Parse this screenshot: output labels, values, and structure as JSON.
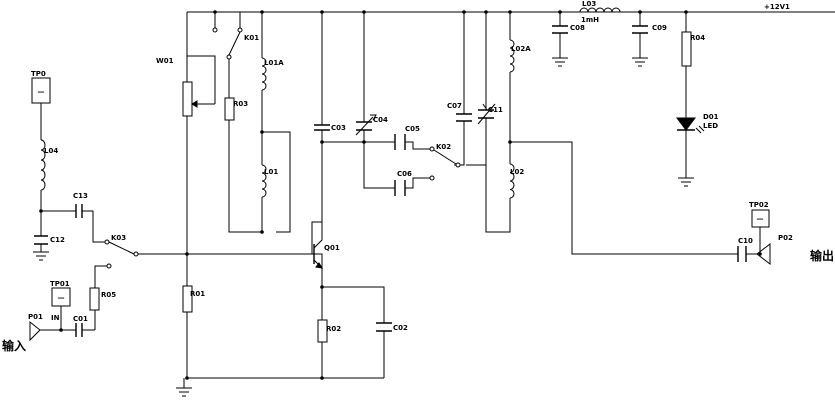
{
  "labels": {
    "supply": "+12V1",
    "tp0": "TP0",
    "tp01": "TP01",
    "tp02": "TP02",
    "p01": "P01",
    "p02": "P02",
    "input": "输入",
    "output": "输出",
    "in": "IN",
    "l04": "L04",
    "c13": "C13",
    "c12": "C12",
    "c01": "C01",
    "k03": "K03",
    "r05": "R05",
    "w01": "W01",
    "k01": "K01",
    "r03": "R03",
    "l01a": "L01A",
    "l01": "L01",
    "c03": "C03",
    "c04": "C04",
    "c05": "C05",
    "c06": "C06",
    "k02": "K02",
    "c07": "C07",
    "c11": "C11",
    "l02a": "L02A",
    "l02": "L02",
    "l03": "L03",
    "l03_val": "1mH",
    "c08": "C08",
    "c09": "C09",
    "r04": "R04",
    "d01": "D01",
    "led": "LED",
    "q01": "Q01",
    "r01": "R01",
    "r02": "R02",
    "c02": "C02",
    "c10": "C10",
    "tp0_sym": "—",
    "tp01_sym": "—",
    "tp02_sym": "—"
  }
}
